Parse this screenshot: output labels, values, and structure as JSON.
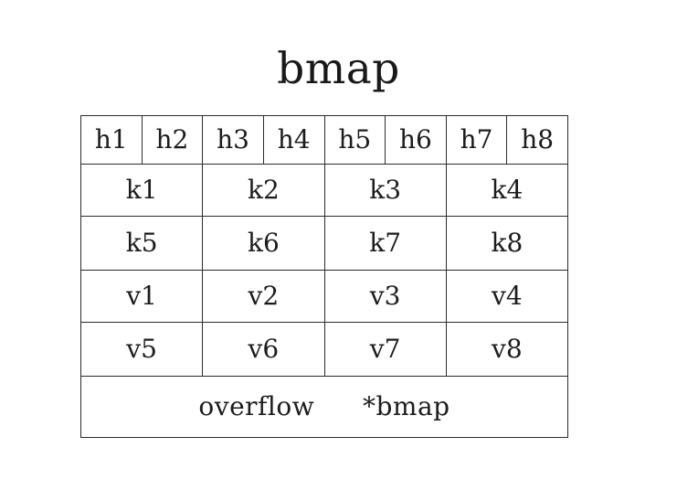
{
  "title": "bmap",
  "table": {
    "hash_row": {
      "name": "tophash-row",
      "cells": [
        "h1",
        "h2",
        "h3",
        "h4",
        "h5",
        "h6",
        "h7",
        "h8"
      ]
    },
    "key_rows": [
      {
        "name": "keys-row-1",
        "cells": [
          "k1",
          "k2",
          "k3",
          "k4"
        ]
      },
      {
        "name": "keys-row-2",
        "cells": [
          "k5",
          "k6",
          "k7",
          "k8"
        ]
      }
    ],
    "value_rows": [
      {
        "name": "values-row-1",
        "cells": [
          "v1",
          "v2",
          "v3",
          "v4"
        ]
      },
      {
        "name": "values-row-2",
        "cells": [
          "v5",
          "v6",
          "v7",
          "v8"
        ]
      }
    ],
    "overflow_row": {
      "name": "overflow-row",
      "label": "overflow",
      "pointer": "*bmap"
    }
  },
  "colors": {
    "background": "#ffffff",
    "border": "#222222",
    "inner_border": "#3a3a3a",
    "text": "#1a1a1a"
  }
}
